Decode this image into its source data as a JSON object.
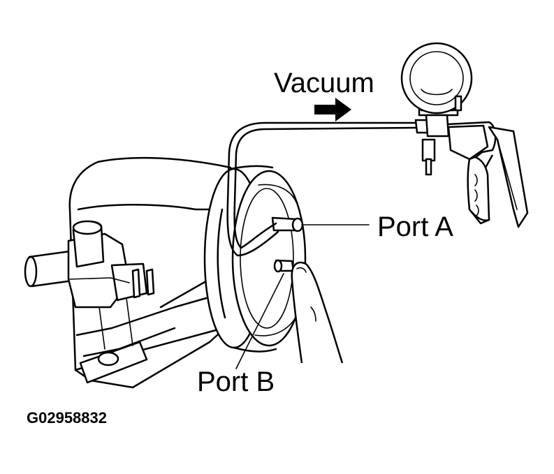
{
  "diagram": {
    "labels": {
      "vacuum": "Vacuum",
      "port_a": "Port A",
      "port_b": "Port B",
      "figure_id": "G02958832"
    },
    "colors": {
      "line": "#000000",
      "background": "#ffffff"
    },
    "icons": {
      "flow_arrow": "right-arrow-icon",
      "gauge": "vacuum-gauge-icon",
      "pump": "hand-vacuum-pump-icon",
      "finger": "finger-icon"
    }
  }
}
